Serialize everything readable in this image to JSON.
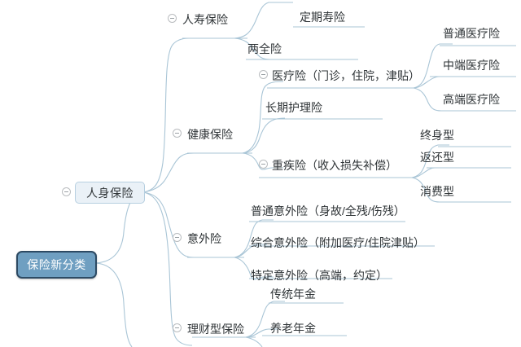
{
  "app": {
    "type": "mindmap",
    "title": "保险新分类",
    "background": "#ffffff",
    "line_color": "#a9c5d6",
    "text_color": "#2f3437",
    "root_fill": "#6f9fc1",
    "root_border": "#2d4a63",
    "root_text": "#ffffff",
    "node_fill": "#eaf1f7",
    "node_border": "#b6cfe0",
    "toggle_icon": "collapse-minus-icon"
  },
  "root": {
    "label": "保险新分类"
  },
  "branch1": {
    "label": "人身保险",
    "toggle": "collapse-minus-icon"
  },
  "life": {
    "label": "人寿保险",
    "children": {
      "c0": "定期寿险",
      "c1": "两全险"
    }
  },
  "health": {
    "label": "健康保险",
    "children": {
      "medical": {
        "label": "医疗险（门诊，住院，津贴）",
        "children": {
          "c0": "普通医疗险",
          "c1": "中端医疗险",
          "c2": "高端医疗险"
        }
      },
      "longterm": {
        "label": "长期护理险"
      },
      "critical": {
        "label": "重疾险（收入损失补偿）",
        "children": {
          "c0": "终身型",
          "c1": "返还型",
          "c2": "消费型"
        }
      }
    }
  },
  "accident": {
    "label": "意外险",
    "children": {
      "c0": "普通意外险（身故/全残/伤残）",
      "c1": "综合意外险（附加医疗/住院津贴）",
      "c2": "特定意外险（高端，约定）"
    }
  },
  "wealth": {
    "label": "理财型保险",
    "children": {
      "c0": "传统年金",
      "c1": "养老年金"
    }
  }
}
